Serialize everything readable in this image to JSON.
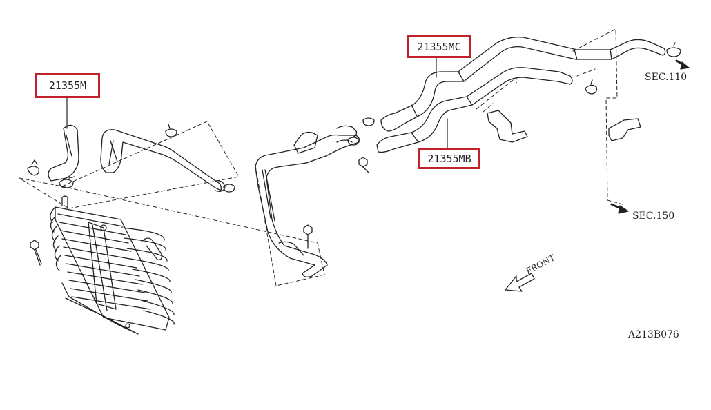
{
  "callouts": {
    "m": "21355M",
    "mc": "21355MC",
    "mb": "21355MB"
  },
  "references": {
    "sec110": "SEC.110",
    "sec150": "SEC.150"
  },
  "direction_label": "FRONT",
  "figure_code": "A213B076",
  "colors": {
    "callout_border": "#c0222a",
    "line": "#222222"
  }
}
